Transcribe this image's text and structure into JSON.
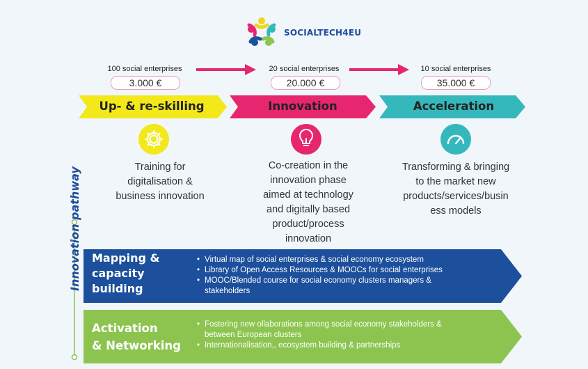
{
  "brand": {
    "name": "SOCIALTECH4EU",
    "logo_icon": "people-circle-logo"
  },
  "phases": [
    {
      "count": "100 social enterprises",
      "price": "3.000 €",
      "label": "Up- & re-skilling",
      "icon": "gear-icon",
      "color": "#f2e81a",
      "description": [
        "Training for",
        "digitalisation &",
        "business innovation"
      ]
    },
    {
      "count": "20 social enterprises",
      "price": "20.000 €",
      "label": "Innovation",
      "icon": "lightbulb-icon",
      "color": "#e6266e",
      "description": [
        "Co-creation in the",
        "innovation phase",
        "aimed at technology",
        "and digitally based",
        "product/process",
        "innovation"
      ]
    },
    {
      "count": "10 social enterprises",
      "price": "35.000 €",
      "label": "Acceleration",
      "icon": "speedometer-icon",
      "color": "#35b8bb",
      "description": [
        "Transforming & bringing",
        "to the market new",
        "products/services/busin",
        "ess models"
      ]
    }
  ],
  "pathway_label": "Innovation pathway",
  "bands": [
    {
      "title": [
        "Mapping &",
        "capacity",
        "building"
      ],
      "color": "#1c4f9c",
      "items": [
        "Virtual map of social enterprises & social economy ecosystem",
        "Library of Open Access Resources & MOOCs for social enterprises",
        "MOOC/Blended course for social economy clusters managers &",
        "stakeholders"
      ]
    },
    {
      "title": [
        "Activation",
        "& Networking"
      ],
      "color": "#8cc44f",
      "items": [
        "Fostering new ollaborations among social economy stakeholders &",
        "between European clusters",
        "Internationalisation,, ecosystem building & partnerships"
      ]
    }
  ]
}
